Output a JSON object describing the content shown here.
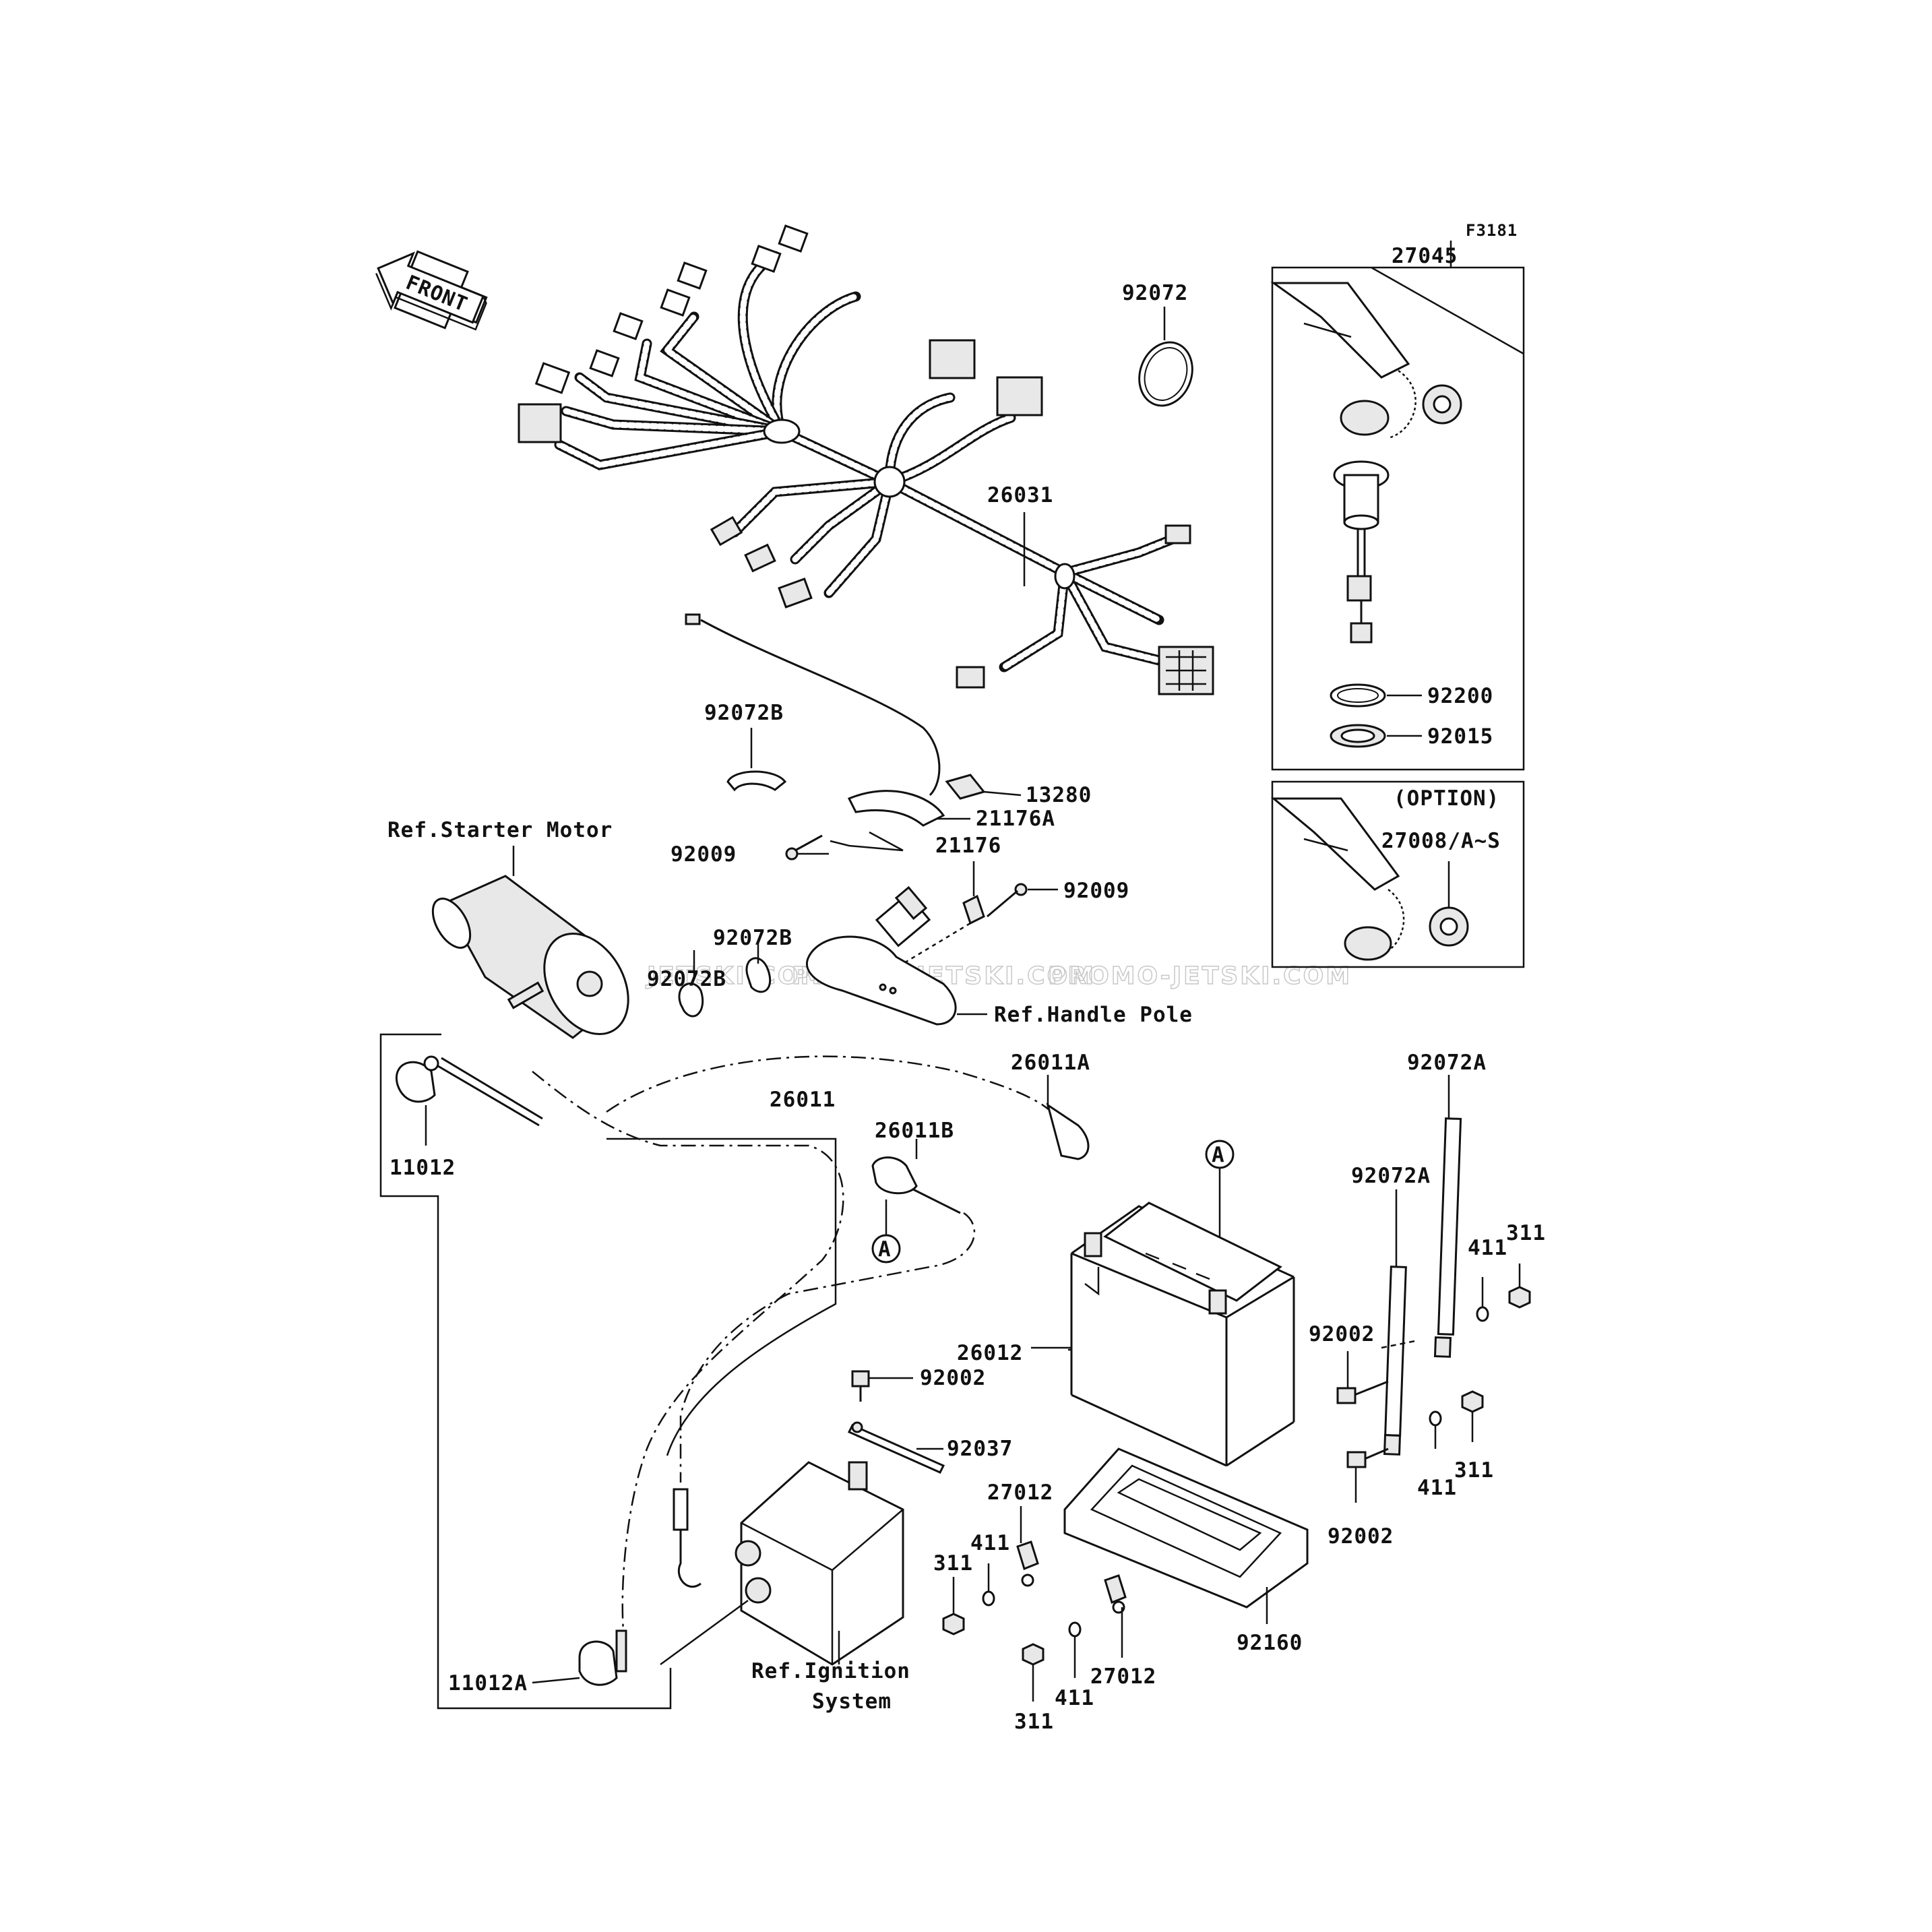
{
  "diagram_code": "F3181",
  "front_label": "FRONT",
  "watermark": "PROMO-JETSKI.COM",
  "watermark_partial": "JETSKI.COM",
  "labels": {
    "p27045": "27045",
    "p92072_top": "92072",
    "p26031": "26031",
    "p92200": "92200",
    "p92015": "92015",
    "option": "(OPTION)",
    "p27008": "27008/A~S",
    "p92072B_1": "92072B",
    "p13280": "13280",
    "p21176A": "21176A",
    "ref_starter": "Ref.Starter Motor",
    "p92009_left": "92009",
    "p21176": "21176",
    "p92009_right": "92009",
    "p92072B_2": "92072B",
    "p92072B_3": "92072B",
    "ref_handle": "Ref.Handle Pole",
    "p26011A": "26011A",
    "p92072A_1": "92072A",
    "p26011": "26011",
    "p26011B": "26011B",
    "p11012": "11012",
    "marker_a1": "A",
    "marker_a2": "A",
    "p92072A_2": "92072A",
    "p311_1": "311",
    "p411_1": "411",
    "p92002_1": "92002",
    "p26012": "26012",
    "p92002_2": "92002",
    "p92037": "92037",
    "p27012_1": "27012",
    "p411_2": "411",
    "p311_2": "311",
    "p311_3": "311",
    "p411_3": "411",
    "p92002_3": "92002",
    "p92160": "92160",
    "p27012_2": "27012",
    "ref_ignition_1": "Ref.Ignition",
    "ref_ignition_2": "System",
    "p11012A": "11012A",
    "p411_4": "411",
    "p311_4": "311"
  }
}
